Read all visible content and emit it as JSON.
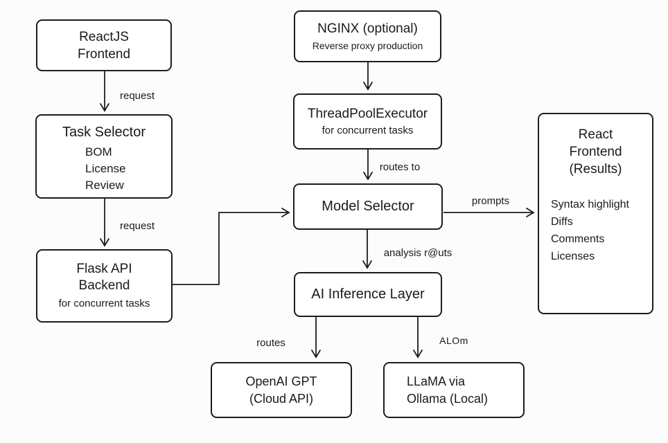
{
  "diagram": {
    "colors": {
      "background": "#fcfcfc",
      "node_fill": "#ffffff",
      "stroke": "#1c1c1c",
      "text": "#1a1a1a"
    },
    "nodes": {
      "reactjs_frontend": {
        "lines": [
          "ReactJS",
          "Frontend"
        ]
      },
      "task_selector": {
        "title": "Task Selector",
        "items": [
          "BOM",
          "License",
          "Review"
        ]
      },
      "flask_api": {
        "lines": [
          "Flask API",
          "Backend"
        ],
        "subtitle": "for concurrent tasks"
      },
      "nginx": {
        "title": "NGINX (optional)",
        "subtitle": "Reverse proxy production"
      },
      "threadpool": {
        "title": "ThreadPoolExecutor",
        "subtitle": "for concurrent tasks"
      },
      "model_selector": {
        "title": "Model Selector"
      },
      "ai_inference": {
        "title": "AI Inference Layer"
      },
      "openai_gpt": {
        "lines": [
          "OpenAI GPT",
          "(Cloud API)"
        ]
      },
      "llama": {
        "lines": [
          "LLaMA via",
          "Ollama (Local)"
        ]
      },
      "react_results": {
        "lines": [
          "React",
          "Frontend",
          "(Results)"
        ],
        "items": [
          "Syntax highlight",
          "Diffs",
          "Comments",
          "Licenses"
        ]
      }
    },
    "edge_labels": {
      "frontend_to_task": "request",
      "task_to_flask": "request",
      "threadpool_to_model": "routes to",
      "model_to_react": "prompts",
      "model_to_inference": "analysis r@uts",
      "inference_to_openai": "routes",
      "inference_to_llama": "ALOm"
    }
  }
}
